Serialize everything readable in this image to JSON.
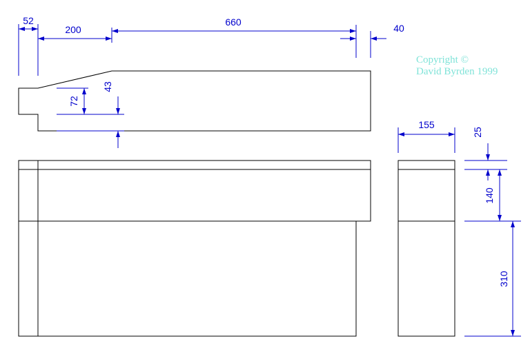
{
  "copyright": {
    "line1": "Copyright ©",
    "line2": "David Byrden 1999"
  },
  "dimensions": {
    "d52": "52",
    "d200": "200",
    "d660": "660",
    "d40": "40",
    "d43": "43",
    "d72": "72",
    "d155": "155",
    "d25": "25",
    "d140": "140",
    "d310": "310"
  },
  "colors": {
    "outline": "#000000",
    "dimension": "#0000cc",
    "copyright": "#7fe3d8"
  }
}
